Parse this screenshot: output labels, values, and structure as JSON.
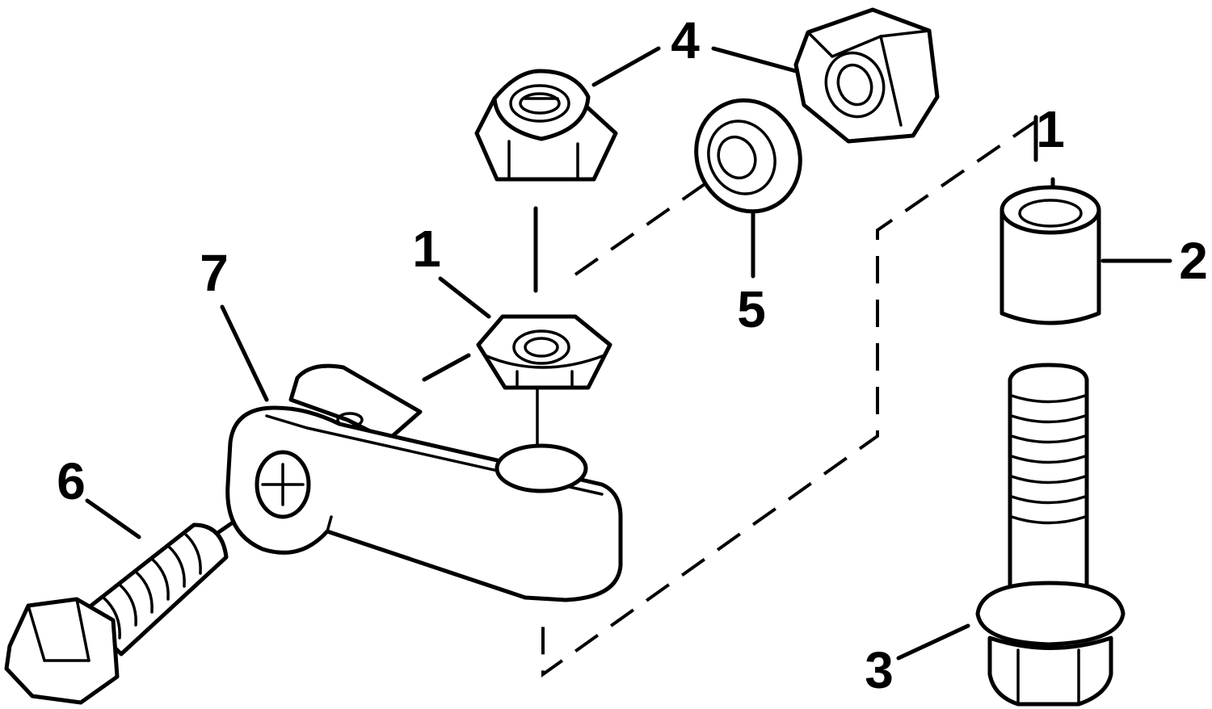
{
  "callouts": {
    "c1a": "1",
    "c1b": "1",
    "c2": "2",
    "c3": "3",
    "c4": "4",
    "c5": "5",
    "c6": "6",
    "c7": "7"
  },
  "parts": {
    "nut_small": "hex-nut",
    "nut_locking": "locking-nut",
    "nut_hex_large": "hex-nut",
    "washer": "flat-washer",
    "spacer": "spacer-bushing",
    "flange_bolt": "flange-bolt",
    "hex_bolt": "hex-bolt",
    "clevis": "clevis-yoke"
  }
}
